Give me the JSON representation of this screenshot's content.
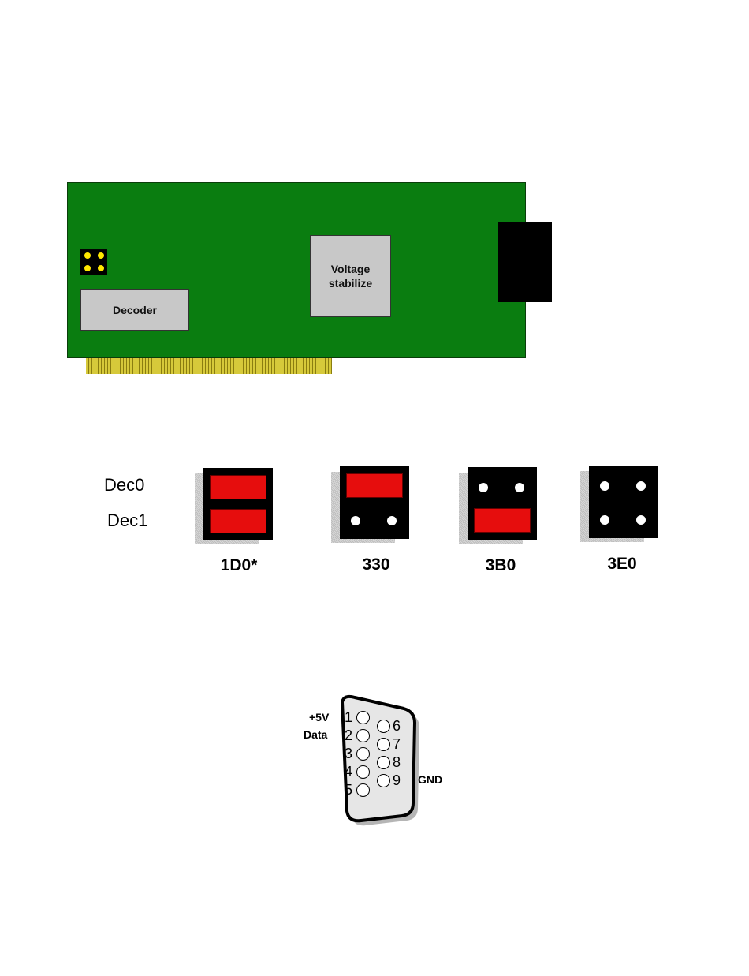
{
  "board": {
    "decoder_label": "Decoder",
    "voltage_label": "Voltage\nstabilize"
  },
  "jumpers": {
    "row_labels": [
      "Dec0",
      "Dec1"
    ],
    "settings": [
      {
        "caption": "1D0*",
        "dec0": "capped",
        "dec1": "capped"
      },
      {
        "caption": "330",
        "dec0": "capped",
        "dec1": "open"
      },
      {
        "caption": "3B0",
        "dec0": "open",
        "dec1": "capped"
      },
      {
        "caption": "3E0",
        "dec0": "open",
        "dec1": "open"
      }
    ]
  },
  "connector": {
    "pins_left": [
      "1",
      "2",
      "3",
      "4",
      "5"
    ],
    "pins_right": [
      "6",
      "7",
      "8",
      "9"
    ],
    "signal_plus5v": "+5V",
    "signal_data": "Data",
    "signal_gnd": "GND"
  },
  "colors": {
    "pcb": "#0a7d10",
    "jumper_cap": "#e60d0d",
    "pcb_jumper_pins": "#ffe800",
    "chip": "#c8c8c8"
  }
}
